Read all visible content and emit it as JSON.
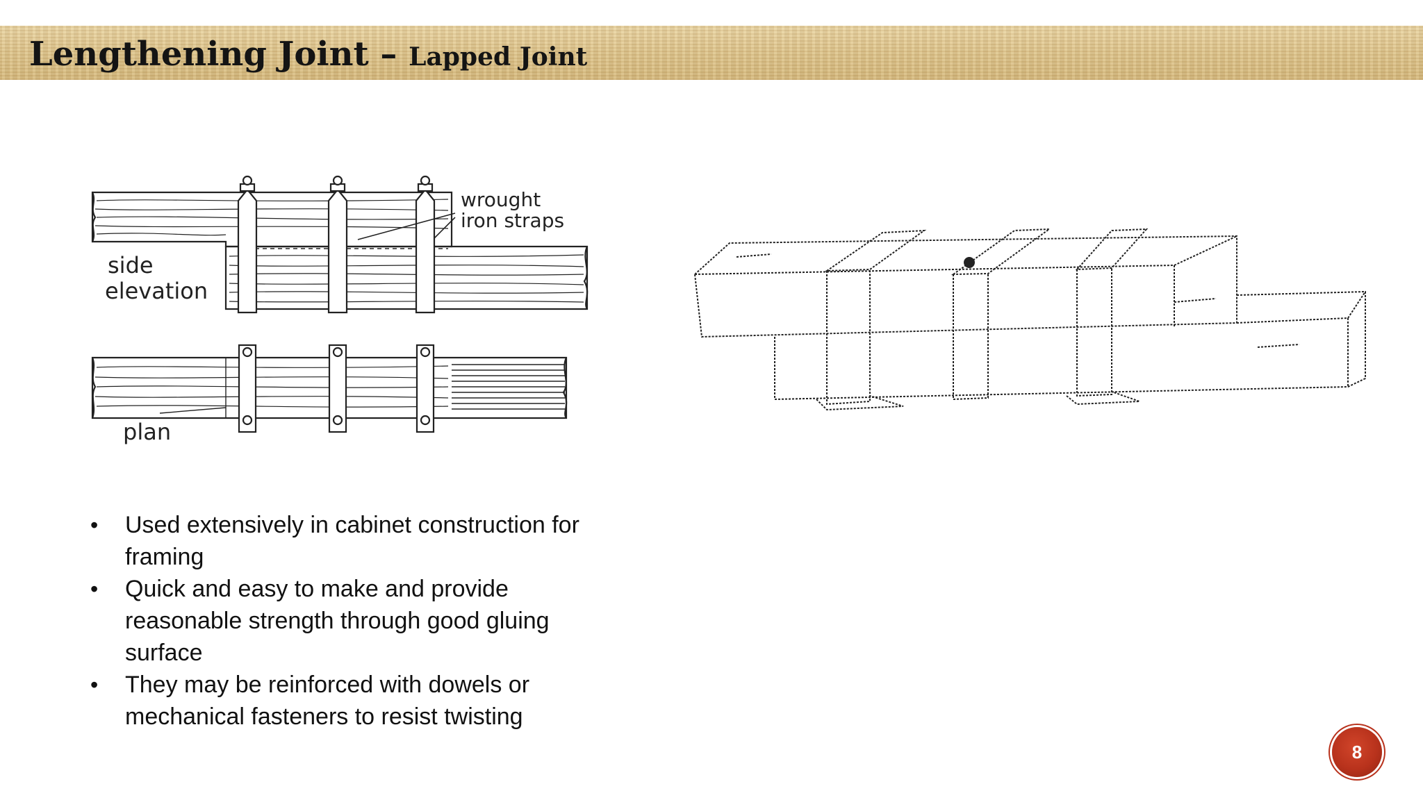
{
  "header": {
    "title_main": "Lengthening Joint – ",
    "title_sub": "Lapped Joint"
  },
  "figure_left": {
    "label_side": "side",
    "label_elevation": "elevation",
    "label_plan": "plan",
    "label_wrought": "wrought",
    "label_iron_straps": "iron straps"
  },
  "bullets": [
    "Used extensively in cabinet construction for framing",
    "Quick and easy to make and provide reasonable strength through good gluing surface",
    "They may be reinforced with dowels or mechanical fasteners to resist twisting"
  ],
  "page_number": "8",
  "colors": {
    "title_bar": "#dcc38c",
    "badge": "#b8321c"
  }
}
